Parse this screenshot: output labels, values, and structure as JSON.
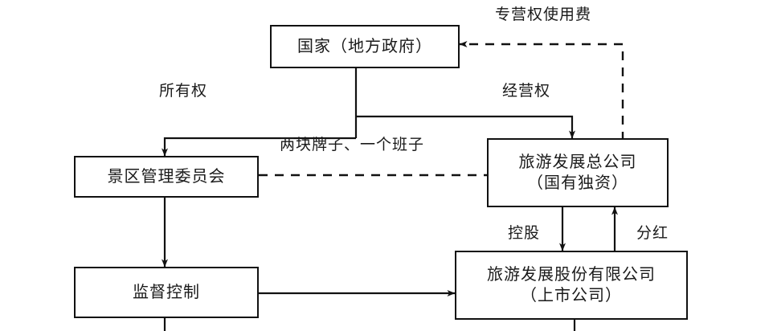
{
  "diagram": {
    "type": "flow-diagram",
    "title_text": "",
    "colors": {
      "stroke": "#111111",
      "text": "#1a1a1a",
      "background": "#ffffff"
    },
    "nodes": [
      {
        "id": "state",
        "line1": "国家（地方政府）",
        "line2": ""
      },
      {
        "id": "management-committee",
        "line1": "景区管理委员会",
        "line2": ""
      },
      {
        "id": "tourism-group",
        "line1": "旅游发展总公司",
        "line2": "（国有独资）"
      },
      {
        "id": "supervision",
        "line1": "监督控制",
        "line2": ""
      },
      {
        "id": "listed-company",
        "line1": "旅游发展股份有限公司",
        "line2": "（上市公司）"
      }
    ],
    "edge_labels": [
      {
        "id": "franchise-fee",
        "text": "专营权使用费"
      },
      {
        "id": "ownership",
        "text": "所有权"
      },
      {
        "id": "operating-right",
        "text": "经营权"
      },
      {
        "id": "two-signs-one-team",
        "text": "两块牌子、一个班子"
      },
      {
        "id": "holding",
        "text": "控股"
      },
      {
        "id": "dividend",
        "text": "分红"
      }
    ]
  }
}
